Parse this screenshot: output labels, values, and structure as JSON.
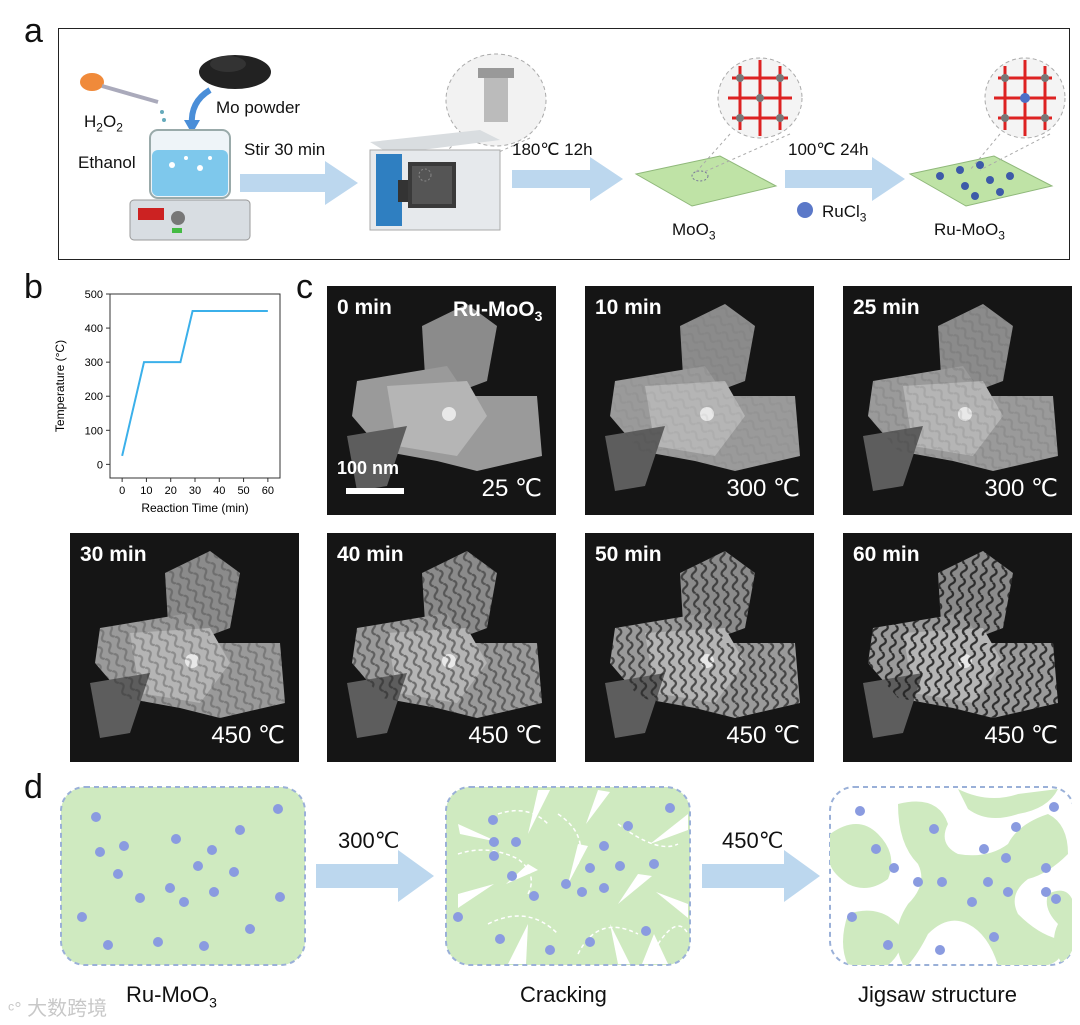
{
  "panels": {
    "a": "a",
    "b": "b",
    "c": "c",
    "d": "d"
  },
  "panel_a": {
    "h2o2": "H",
    "h2o2_sub": "2",
    "h2o2_o": "O",
    "h2o2_sub2": "2",
    "ethanol": "Ethanol",
    "mo_powder": "Mo powder",
    "step1": "Stir 30 min",
    "step2": "180℃ 12h",
    "step3": "100℃ 24h",
    "moo3": "MoO",
    "moo3_sub": "3",
    "rucl3": "RuCl",
    "rucl3_sub": "3",
    "rumoo3": "Ru-MoO",
    "rumoo3_sub": "3"
  },
  "chart_data": {
    "type": "line",
    "xlabel": "Reaction Time (min)",
    "ylabel": "Temperature (°C)",
    "x": [
      0,
      9,
      24,
      29,
      60
    ],
    "y": [
      25,
      300,
      300,
      450,
      450
    ],
    "xlim": [
      -5,
      65
    ],
    "ylim": [
      -40,
      500
    ],
    "xticks": [
      0,
      10,
      20,
      30,
      40,
      50,
      60
    ],
    "yticks": [
      0,
      100,
      200,
      300,
      400,
      500
    ],
    "line_color": "#3bb0ea",
    "grid": false
  },
  "panel_c": {
    "material_a": "Ru-MoO",
    "material_sub": "3",
    "scalebar": "100 nm",
    "frames": [
      {
        "time": "0 min",
        "temp": "25 ℃",
        "stage": 0
      },
      {
        "time": "10 min",
        "temp": "300 ℃",
        "stage": 0.05
      },
      {
        "time": "25 min",
        "temp": "300 ℃",
        "stage": 0.1
      },
      {
        "time": "30 min",
        "temp": "450 ℃",
        "stage": 0.3
      },
      {
        "time": "40 min",
        "temp": "450 ℃",
        "stage": 0.55
      },
      {
        "time": "50 min",
        "temp": "450 ℃",
        "stage": 0.8
      },
      {
        "time": "60 min",
        "temp": "450 ℃",
        "stage": 1.0
      }
    ]
  },
  "panel_d": {
    "step1": "300℃",
    "step2": "450℃",
    "label1": "Ru-MoO",
    "label1_sub": "3",
    "label2": "Cracking",
    "label3": "Jigsaw structure"
  },
  "colors": {
    "green": "#cfeac0",
    "dot": "#8a9be0",
    "arrow": "#bcd7ee",
    "dashed": "#9ab0d8"
  },
  "watermark": "大数跨境"
}
